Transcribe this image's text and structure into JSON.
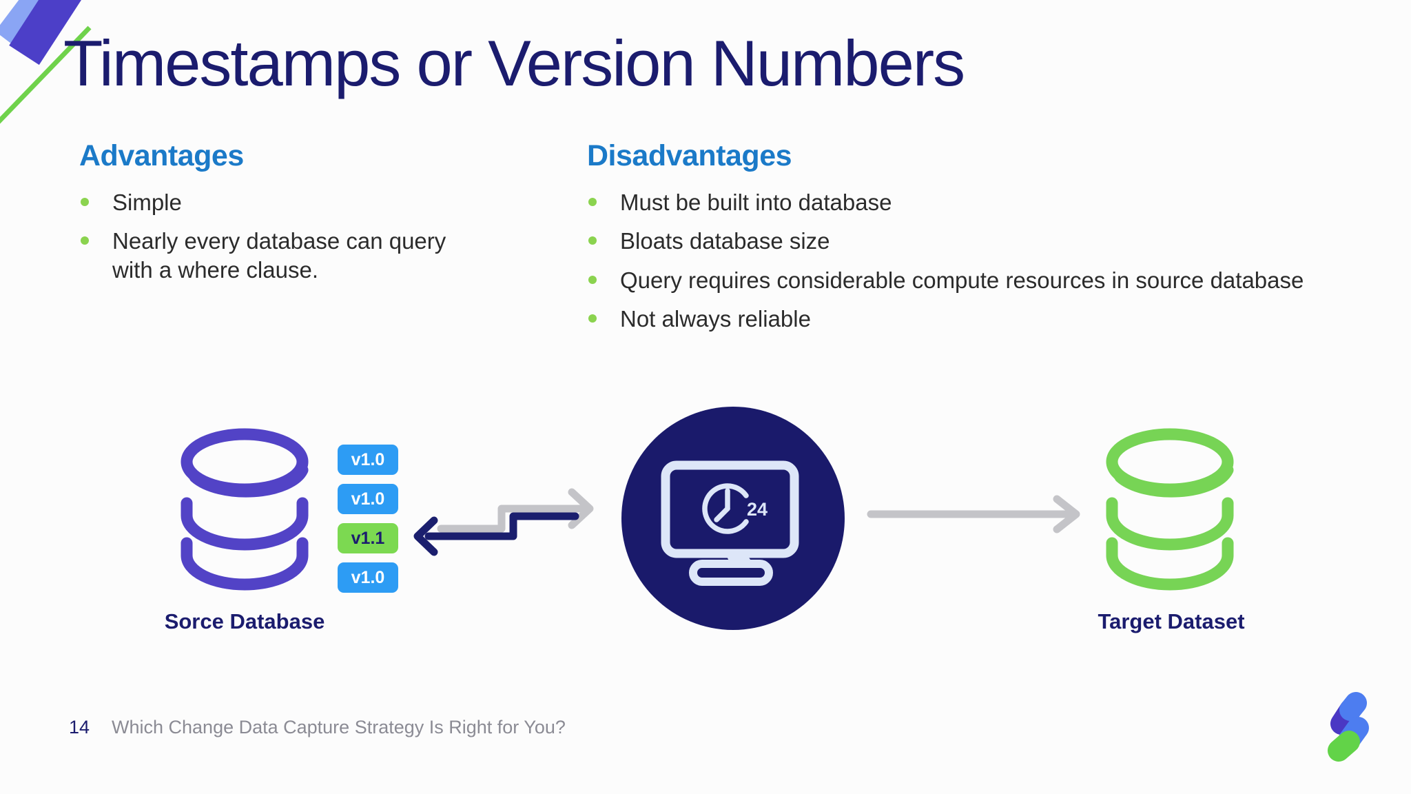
{
  "slide": {
    "title": "Timestamps or Version Numbers"
  },
  "advantages": {
    "heading": "Advantages",
    "items": [
      "Simple",
      "Nearly every database can query with a where clause."
    ]
  },
  "disadvantages": {
    "heading": "Disadvantages",
    "items": [
      "Must be built into database",
      "Bloats database size",
      "Query requires considerable compute resources in source database",
      "Not always reliable"
    ]
  },
  "diagram": {
    "source_label": "Sorce Database",
    "target_label": "Target Dataset",
    "badges": [
      {
        "label": "v1.0",
        "color": "blue"
      },
      {
        "label": "v1.0",
        "color": "blue"
      },
      {
        "label": "v1.1",
        "color": "green"
      },
      {
        "label": "v1.0",
        "color": "blue"
      }
    ],
    "clock_label": "24"
  },
  "footer": {
    "page_number": "14",
    "text": "Which Change Data Capture Strategy Is Right for You?"
  },
  "colors": {
    "bg": "#fcfcfc",
    "navy": "#1b1c6e",
    "heading-blue": "#1b7ac8",
    "body-text": "#2b2b2b",
    "bullet-green": "#8bd34f",
    "badge-blue": "#2d9cf4",
    "badge-green": "#7cd951",
    "db-purple": "#5243c6",
    "db-green": "#77d455",
    "circle-navy": "#1a1a6b",
    "icon-light": "#dde6f8",
    "arrow-gray": "#c4c4c8",
    "arrow-navy": "#1b1f6e",
    "footer-gray": "#8b8b94",
    "logo-blue": "#4d7df0",
    "logo-indigo": "#4a38c4",
    "logo-green": "#62d348",
    "decor-blue-light": "#7d9bf3",
    "decor-indigo": "#4c3fc8",
    "decor-green": "#6fd24b"
  }
}
